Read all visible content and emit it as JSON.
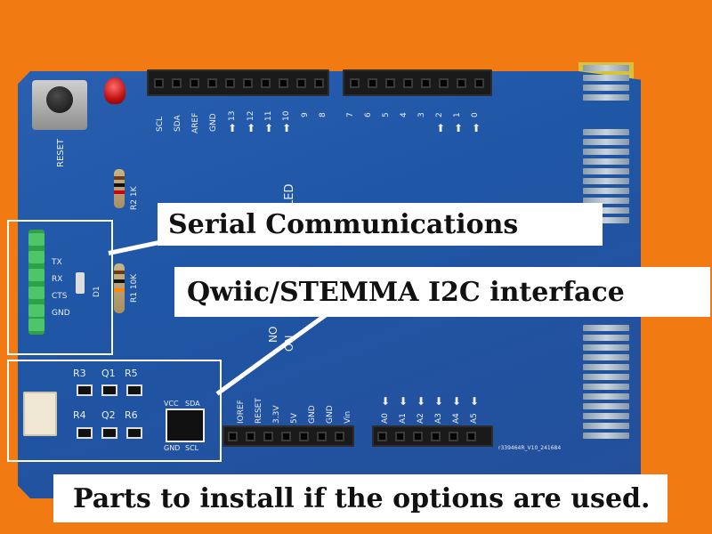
{
  "annotations": {
    "serial": "Serial Communications",
    "qwiic": "Qwiic/STEMMA I2C interface",
    "parts": "Parts to install if the options are used."
  },
  "silkscreen": {
    "reset": "RESET",
    "top_pins": [
      "SCL",
      "SDA",
      "AREF",
      "GND",
      "13",
      "12",
      "11",
      "10",
      "9",
      "8"
    ],
    "top_pins_right": [
      "7",
      "6",
      "5",
      "4",
      "3",
      "2",
      "1",
      "0"
    ],
    "r2": "R2 1K",
    "r1": "R1 10K",
    "d1": "D1",
    "serial_pins": [
      "TX",
      "RX",
      "CTS",
      "GND"
    ],
    "r3": "R3",
    "q1": "Q1",
    "r5": "R5",
    "r4": "R4",
    "q2": "Q2",
    "r6": "R6",
    "vcc": "VCC",
    "sda": "SDA",
    "gnd": "GND",
    "scl": "SCL",
    "power_pins": [
      "IOREF",
      "RESET",
      "3.3V",
      "5V",
      "GND",
      "GND",
      "Vin"
    ],
    "analog_pins": [
      "A0",
      "A1",
      "A2",
      "A3",
      "A4",
      "A5"
    ],
    "led_text": "LED",
    "on_text": "ON",
    "no_text": "NO",
    "serial_code": "r339464R_V10_241684"
  },
  "colors": {
    "background": "#f27a12",
    "pcb": "#1f56a6",
    "callout": "#ffffff"
  }
}
